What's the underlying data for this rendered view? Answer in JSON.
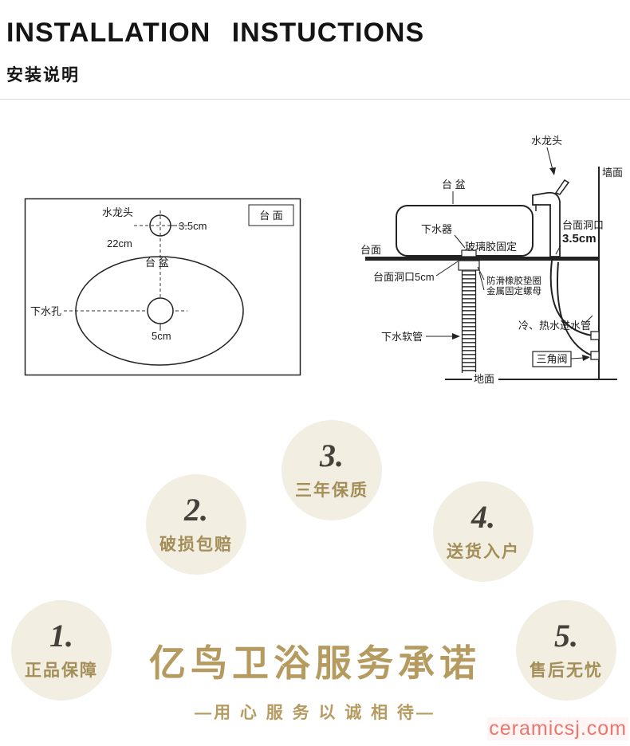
{
  "header": {
    "title_en": "INSTALLATION INSTUCTIONS",
    "title_zh": "安装说明"
  },
  "diagram_top": {
    "faucet_label": "水龙头",
    "countertop_label": "台 面",
    "basin_label": "台 盆",
    "drain_label": "下水孔",
    "dim_faucet_hole": "3.5cm",
    "dim_spacing": "22cm",
    "dim_drain_hole": "5cm"
  },
  "diagram_side": {
    "faucet_label": "水龙头",
    "wall_label": "墙面",
    "basin_label": "台 盆",
    "drain_fitting_label": "下水器",
    "glue_label": "玻璃胶固定",
    "countertop_label": "台面",
    "hole_5cm_label": "台面洞口5cm",
    "hole_35_label_line1": "台面洞口",
    "hole_35_label_line2": "3.5cm",
    "washer_label": "防滑橡胶垫圈",
    "nut_label": "金属固定螺母",
    "hose_label": "下水软管",
    "inlet_label": "冷、热水进水管",
    "valve_label": "三角阀",
    "floor_label": "地面"
  },
  "badges": [
    {
      "num": "1.",
      "label": "正品保障"
    },
    {
      "num": "2.",
      "label": "破损包赔"
    },
    {
      "num": "3.",
      "label": "三年保质"
    },
    {
      "num": "4.",
      "label": "送货入户"
    },
    {
      "num": "5.",
      "label": "售后无忧"
    }
  ],
  "promise": {
    "title": "亿鸟卫浴服务承诺",
    "subtitle": "—用 心 服 务  以 诚 相 待—"
  },
  "watermark": "ceramicsj.com",
  "colors": {
    "accent_gold": "#b59b60",
    "badge_fill": "#f2eee2",
    "text_dark": "#141414",
    "watermark_red": "#e85a50"
  }
}
